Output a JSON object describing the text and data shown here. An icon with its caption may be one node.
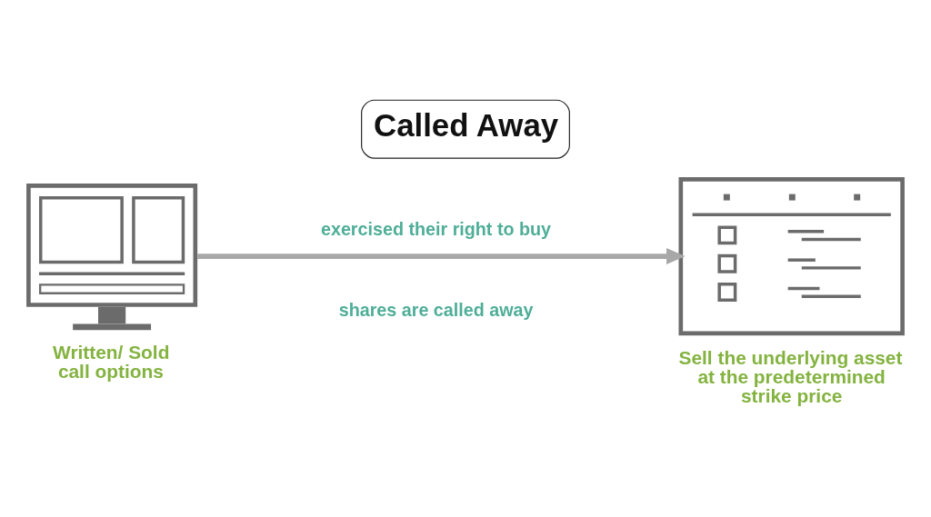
{
  "diagram": {
    "title": "Called Away",
    "nodes": [
      {
        "text": [],
        "shape": "picture",
        "beside": [
          "Written/ Sold call options"
        ]
      },
      {
        "text": [],
        "shape": "picture",
        "beside": [
          "Sell the underlying asset at the predetermined strike price"
        ]
      }
    ],
    "edges": [
      {
        "from": 0,
        "to": 1,
        "arrow": "to",
        "label": "exercised their right to buy"
      }
    ],
    "labels": [
      "shares are called away"
    ]
  }
}
